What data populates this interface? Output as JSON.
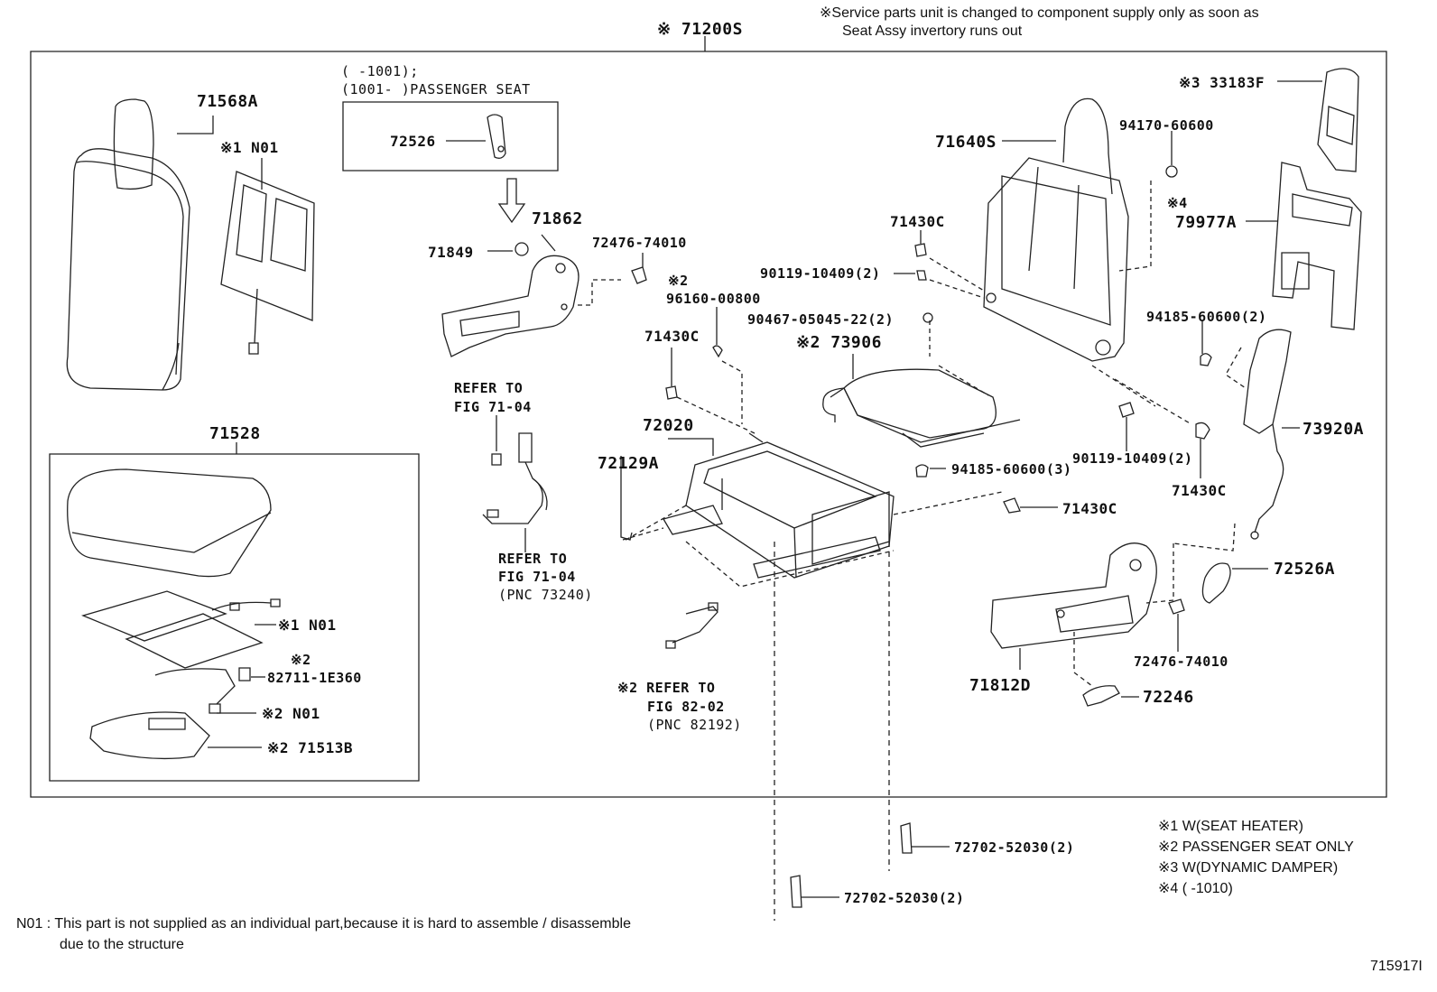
{
  "header": {
    "service_note_line1": "※Service parts unit is changed to component supply only as soon as",
    "service_note_line2": "Seat Assy invertory runs out",
    "assembly_code": "※ 71200S"
  },
  "inset": {
    "line1": "(      -1001);",
    "line2": "(1001-      )PASSENGER SEAT",
    "part": "72526"
  },
  "callouts": {
    "p71568A": "71568A",
    "p1N01a": "※1 N01",
    "p71862": "71862",
    "p71849": "71849",
    "p72476a": "72476-74010",
    "p2a": "※2",
    "p96160": "96160-00800",
    "p71430c1": "71430C",
    "refer1a": "REFER TO",
    "refer1b": "FIG 71-04",
    "refer2a": "REFER TO",
    "refer2b": "FIG 71-04",
    "refer2c": "(PNC 73240)",
    "p72020": "72020",
    "p72129A": "72129A",
    "p71528": "71528",
    "p1N01b": "※1 N01",
    "p2b": "※2",
    "p82711": "82711-1E360",
    "p2N01": "※2 N01",
    "p2_71513B": "※2 71513B",
    "p71430c2": "71430C",
    "p90119a": "90119-10409(2)",
    "p90467": "90467-05045-22(2)",
    "p2_73906": "※2 73906",
    "p71640S": "71640S",
    "p94170": "94170-60600",
    "p3_33183F": "※3 33183F",
    "p4": "※4",
    "p79977A": "79977A",
    "p94185a": "94185-60600(2)",
    "p73920A": "73920A",
    "p94185b": "94185-60600(3)",
    "p90119b": "90119-10409(2)",
    "p71430c3": "71430C",
    "p71430c4": "71430C",
    "p72526A": "72526A",
    "p72476b": "72476-74010",
    "p71812D": "71812D",
    "p72246": "72246",
    "refer3a": "※2 REFER TO",
    "refer3b": "FIG 82-02",
    "refer3c": "(PNC 82192)",
    "p72702a": "72702-52030(2)",
    "p72702b": "72702-52030(2)"
  },
  "legend": [
    "※1 W(SEAT HEATER)",
    "※2  PASSENGER SEAT ONLY",
    "※3  W(DYNAMIC DAMPER)",
    "※4  (       -1010)"
  ],
  "footnote": {
    "line1": "N01 : This part is not supplied as an individual part,because it is hard to assemble / disassemble",
    "line2": "due to the structure"
  },
  "figure_id": "715917I"
}
